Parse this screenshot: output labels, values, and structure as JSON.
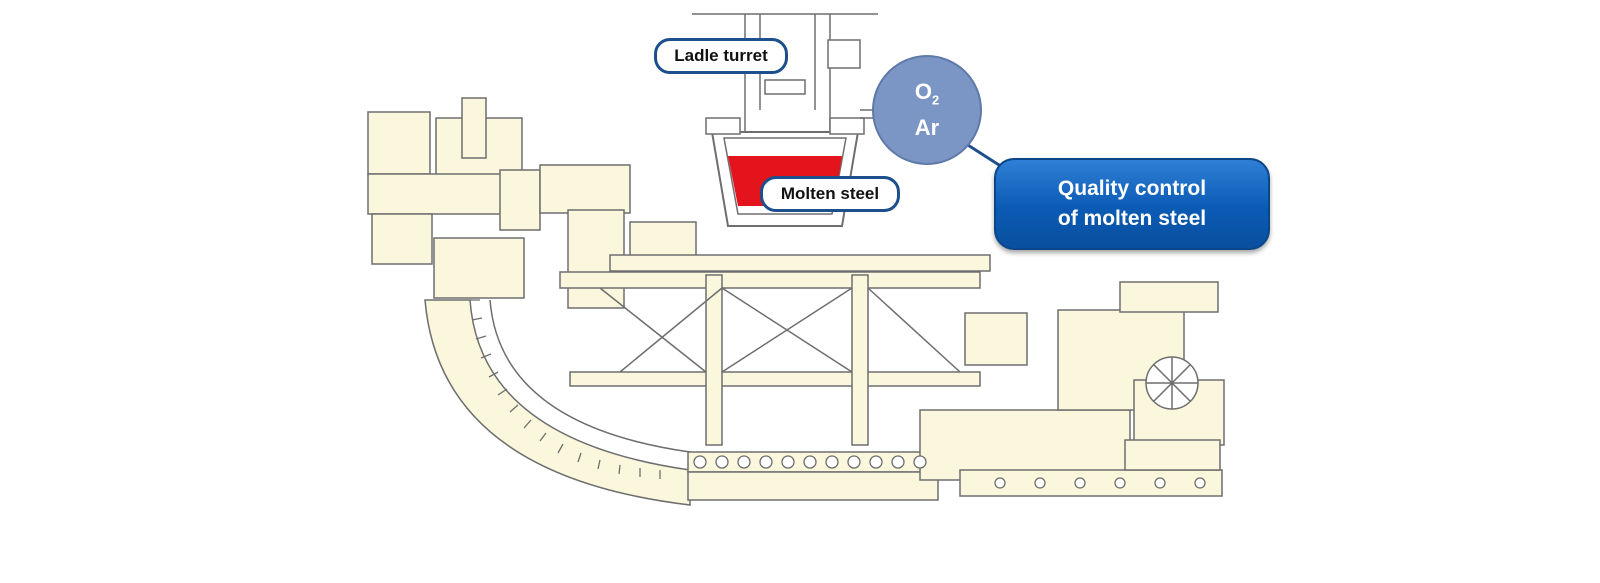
{
  "labels": {
    "ladle_turret": "Ladle turret",
    "molten_steel": "Molten steel",
    "quality_control_line1": "Quality control",
    "quality_control_line2": "of molten steel",
    "gas_o": "O",
    "gas_o_subscript": "2",
    "gas_ar": "Ar"
  },
  "colors": {
    "machine_fill": "#fbf7dc",
    "machine_line": "#6e6e6e",
    "molten_steel": "#e3141c",
    "callout_blue": "#0b5bb5",
    "label_border": "#1d4f8c",
    "gas_bubble": "#7b96c4"
  }
}
